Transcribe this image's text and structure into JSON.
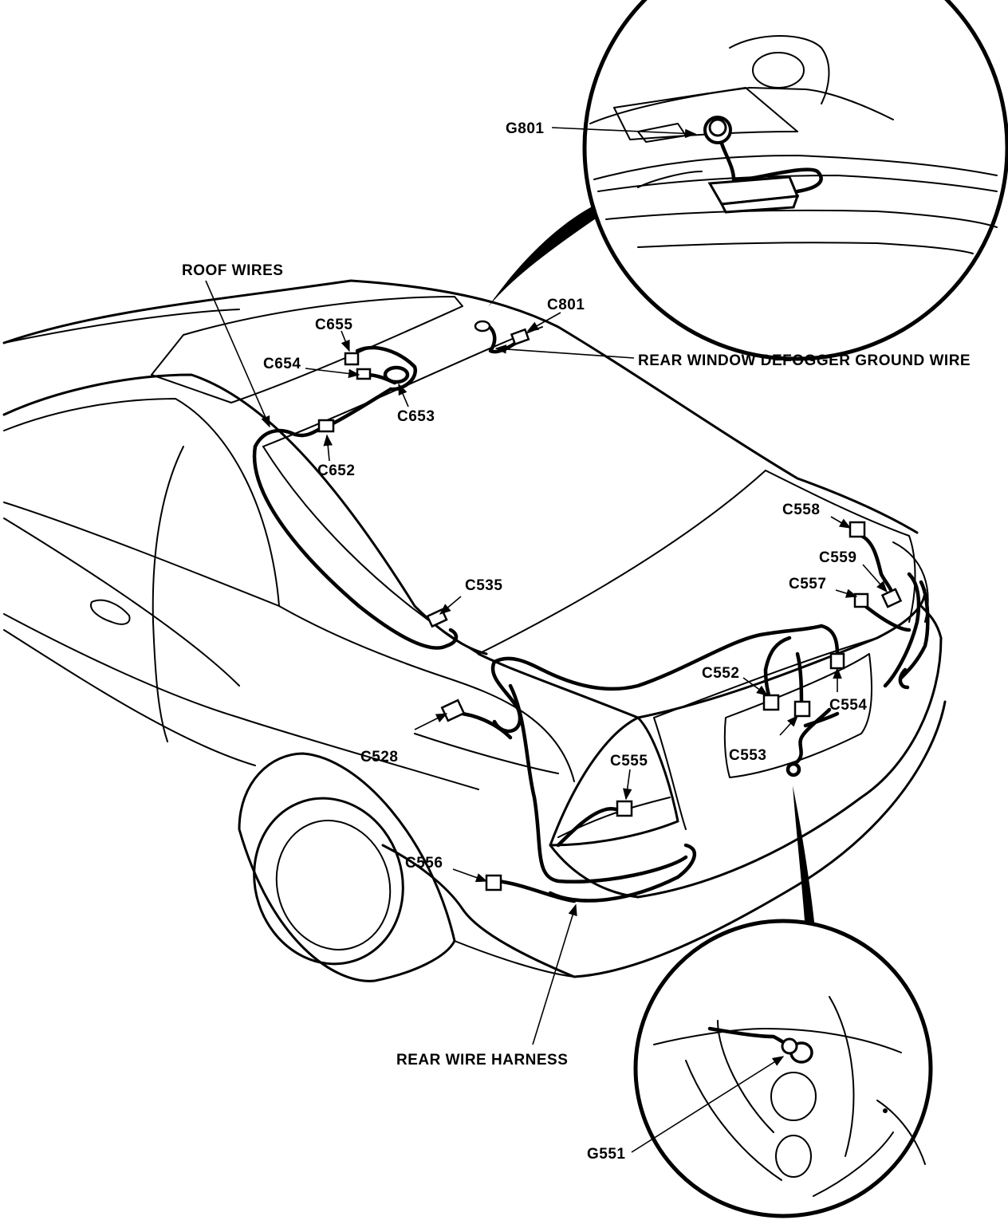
{
  "labels": {
    "roof_wires": "ROOF WIRES",
    "rear_wire_harness": "REAR WIRE HARNESS",
    "rear_window_defogger_ground_wire": "REAR WINDOW DEFOGGER GROUND WIRE",
    "g801": "G801",
    "g551": "G551",
    "c801": "C801",
    "c655_roof": "C655",
    "c654": "C654",
    "c653": "C653",
    "c652": "C652",
    "c535": "C535",
    "c528": "C528",
    "c555": "C555",
    "c556": "C556",
    "c558": "C558",
    "c559": "C559",
    "c557": "C557",
    "c552": "C552",
    "c553": "C553",
    "c554": "C554"
  },
  "colors": {
    "line": "#000000",
    "background": "#ffffff"
  }
}
